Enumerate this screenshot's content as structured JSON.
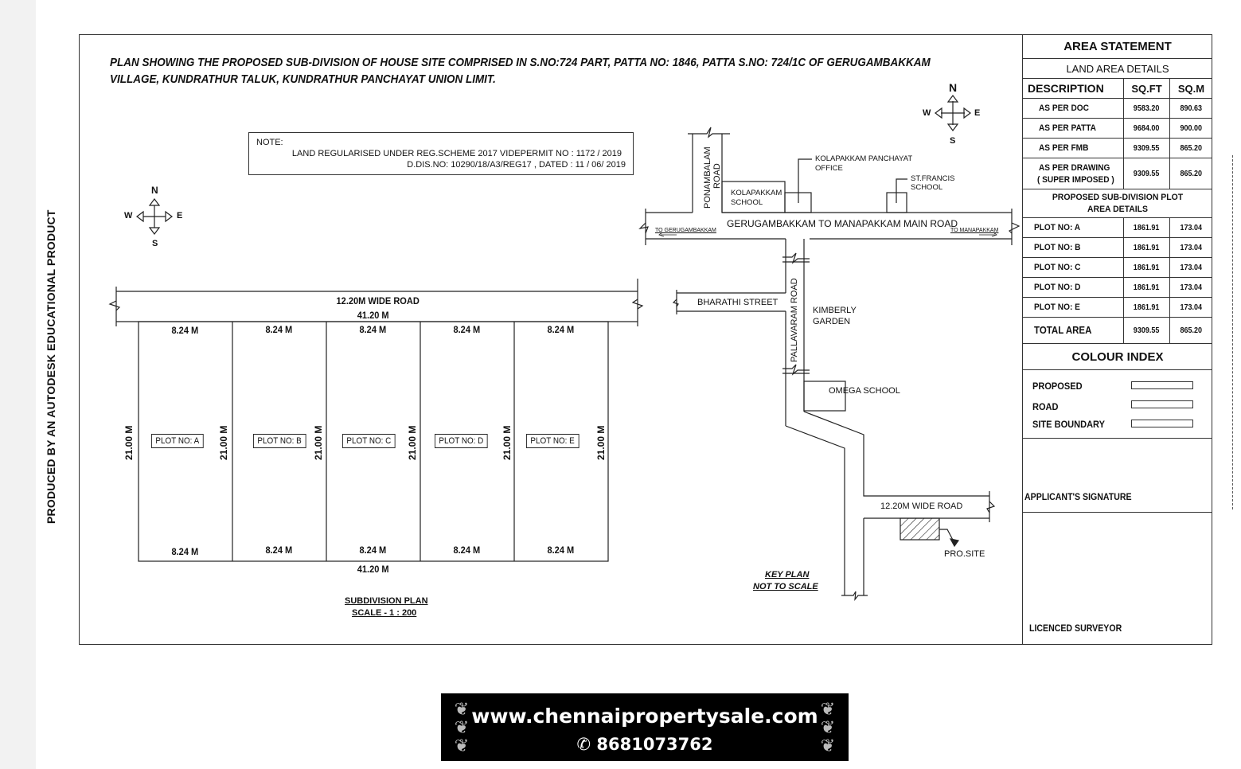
{
  "watermark": "PRODUCED BY AN AUTODESK EDUCATIONAL PRODUCT",
  "title": {
    "line1": "PLAN SHOWING THE PROPOSED SUB-DIVISION OF HOUSE SITE COMPRISED IN S.NO:724 PART, PATTA NO: 1846, PATTA S.NO: 724/1C OF GERUGAMBAKKAM",
    "line2": "VILLAGE, KUNDRATHUR TALUK, KUNDRATHUR PANCHAYAT UNION LIMIT."
  },
  "note": {
    "label": "NOTE:",
    "line1": "LAND REGULARISED UNDER REG.SCHEME 2017 VIDEPERMIT NO : 1172 / 2019",
    "line2": "D.DIS.NO: 10290/18/A3/REG17 ,  DATED : 11 / 06/ 2019"
  },
  "compass": {
    "n": "N",
    "s": "S",
    "e": "E",
    "w": "W"
  },
  "subdivision": {
    "road_label": "12.20M WIDE ROAD",
    "total_width_top": "41.20 M",
    "total_width_bottom": "41.20 M",
    "plot_depth": "21.00 M",
    "plots": [
      {
        "label": "PLOT NO: A",
        "top_width": "8.24 M",
        "bottom_width": "8.24 M"
      },
      {
        "label": "PLOT NO: B",
        "top_width": "8.24 M",
        "bottom_width": "8.24 M"
      },
      {
        "label": "PLOT NO: C",
        "top_width": "8.24 M",
        "bottom_width": "8.24 M"
      },
      {
        "label": "PLOT NO: D",
        "top_width": "8.24 M",
        "bottom_width": "8.24 M"
      },
      {
        "label": "PLOT NO: E",
        "top_width": "8.24 M",
        "bottom_width": "8.24 M"
      }
    ],
    "caption": "SUBDIVISION PLAN",
    "scale": "SCALE - 1 : 200"
  },
  "key_plan": {
    "ponambalam_road": "PONAMBALAM",
    "ponambalam_road2": "ROAD",
    "kolapakkam_school1": "KOLAPAKKAM",
    "kolapakkam_school2": "SCHOOL",
    "panchayat_office1": "KOLAPAKKAM PANCHAYAT",
    "panchayat_office2": "OFFICE",
    "st_francis1": "ST.FRANCIS",
    "st_francis2": "SCHOOL",
    "main_road": "GERUGAMBAKKAM TO MANAPAKKAM MAIN ROAD",
    "to_west": "TO GERUGAMBAKKAM",
    "to_east": "TO MANAPAKKAM",
    "bharathi_street": "BHARATHI STREET",
    "pallavaram_road": "PALLAVARAM ROAD",
    "kimberly1": "KIMBERLY",
    "kimberly2": "GARDEN",
    "omega_school": "OMEGA SCHOOL",
    "wide_road": "12.20M WIDE ROAD",
    "pro_site": "PRO.SITE",
    "caption": "KEY PLAN",
    "scale": "NOT TO SCALE"
  },
  "area_statement": {
    "title": "AREA STATEMENT",
    "land_header": "LAND AREA DETAILS",
    "columns": [
      "DESCRIPTION",
      "SQ.FT",
      "SQ.M"
    ],
    "land_rows": [
      {
        "desc": "AS PER DOC",
        "sqft": "9583.20",
        "sqm": "890.63"
      },
      {
        "desc": "AS PER PATTA",
        "sqft": "9684.00",
        "sqm": "900.00"
      },
      {
        "desc": "AS PER FMB",
        "sqft": "9309.55",
        "sqm": "865.20"
      },
      {
        "desc": "AS PER DRAWING",
        "desc2": "( SUPER IMPOSED )",
        "sqft": "9309.55",
        "sqm": "865.20"
      }
    ],
    "plot_header1": "PROPOSED SUB-DIVISION PLOT",
    "plot_header2": "AREA DETAILS",
    "plot_rows": [
      {
        "desc": "PLOT NO: A",
        "sqft": "1861.91",
        "sqm": "173.04"
      },
      {
        "desc": "PLOT NO: B",
        "sqft": "1861.91",
        "sqm": "173.04"
      },
      {
        "desc": "PLOT NO: C",
        "sqft": "1861.91",
        "sqm": "173.04"
      },
      {
        "desc": "PLOT NO: D",
        "sqft": "1861.91",
        "sqm": "173.04"
      },
      {
        "desc": "PLOT NO: E",
        "sqft": "1861.91",
        "sqm": "173.04"
      }
    ],
    "total": {
      "desc": "TOTAL AREA",
      "sqft": "9309.55",
      "sqm": "865.20"
    },
    "colour_index": {
      "title": "COLOUR INDEX",
      "items": [
        "PROPOSED",
        "ROAD",
        "SITE  BOUNDARY"
      ]
    },
    "applicant_signature": "APPLICANT'S SIGNATURE",
    "licenced_surveyor": "LICENCED SURVEYOR"
  },
  "banner": {
    "url": "www.chennaipropertysale.com",
    "phone_icon": "✆",
    "phone": "8681073762"
  }
}
